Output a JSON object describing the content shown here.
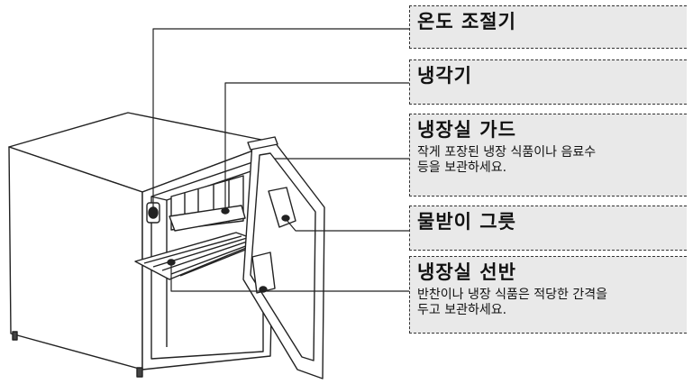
{
  "labels": [
    {
      "id": "temperature-control",
      "title": "온도 조절기",
      "desc": ""
    },
    {
      "id": "cooler",
      "title": "냉각기",
      "desc": ""
    },
    {
      "id": "door-guard",
      "title": "냉장실 가드",
      "desc": "작게 포장된 냉장 식품이나 음료수\n등을 보관하세요."
    },
    {
      "id": "drip-tray",
      "title": "물받이 그릇",
      "desc": ""
    },
    {
      "id": "shelf",
      "title": "냉장실 선반",
      "desc": "반찬이나 냉장 식품은 적당한 간격을\n두고 보관하세요."
    }
  ]
}
